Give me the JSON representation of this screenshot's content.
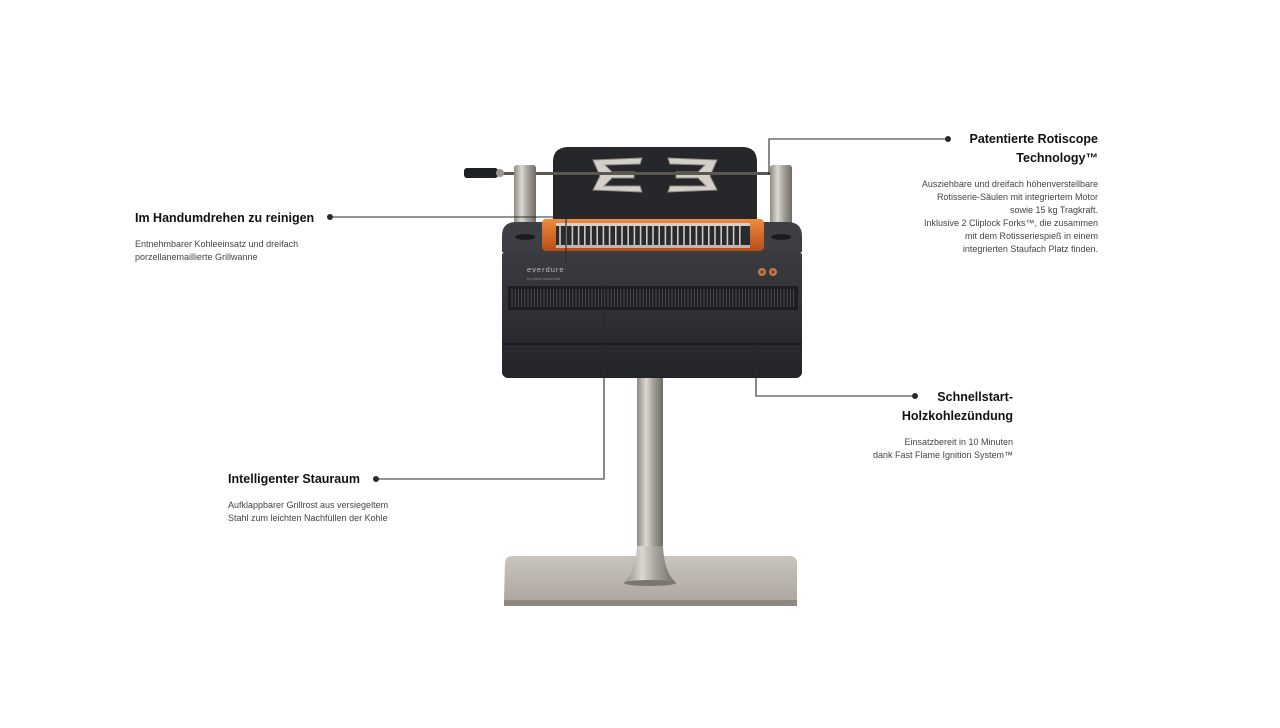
{
  "brand": {
    "logo_text": "everdure",
    "logo_subtext": "by heston blumenthal"
  },
  "callouts": {
    "clean": {
      "title": "Im Handumdrehen zu reinigen",
      "lines": [
        "Entnehmbarer Kohleeinsatz und dreifach",
        "porzellanemaillierte Grillwanne"
      ]
    },
    "storage": {
      "title": "Intelligenter Stauraum",
      "lines": [
        "Aufklappbarer Grillrost aus versiegeltem",
        "Stahl zum leichten Nachfüllen der Kohle"
      ]
    },
    "rotisserie": {
      "title_lines": [
        "Patentierte Rotiscope",
        "Technology™"
      ],
      "lines": [
        "Ausziehbare und dreifach höhenverstellbare",
        "Rotisserie-Säulen mit integriertem Motor",
        "sowie 15 kg Tragkraft.",
        "Inklusive 2 Cliplock Forks™, die zusammen",
        "mit dem Rotisseriespieß in einem",
        "integrierten Staufach Platz finden."
      ]
    },
    "ignition": {
      "title_lines": [
        "Schnellstart-",
        "Holzkohlezündung"
      ],
      "lines": [
        "Einsatzbereit in 10 Minuten",
        "dank Fast Flame Ignition System™"
      ]
    }
  },
  "colors": {
    "body_dark": "#2b2d30",
    "glow": "#e8702a",
    "steel": "#b9b4ad",
    "copper": "#c27a4e",
    "line": "#2a2a2a"
  }
}
